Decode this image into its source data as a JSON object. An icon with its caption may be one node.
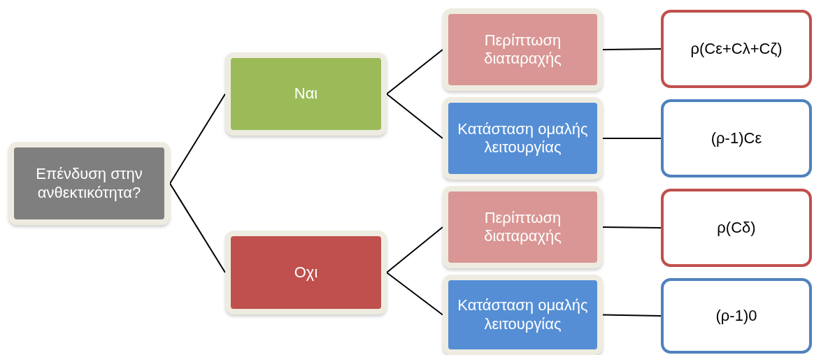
{
  "diagram": {
    "nodes": [
      {
        "text": [
          "Επένδυση στην ανθεκτικότητα?"
        ]
      },
      {
        "text": [
          "Ναι"
        ]
      },
      {
        "text": [
          "Οχι"
        ]
      },
      {
        "text": [
          "Περίπτωση διαταραχής"
        ]
      },
      {
        "text": [
          "Κατάσταση ομαλής λειτουργίας"
        ]
      },
      {
        "text": [
          "Περίπτωση διαταραχής"
        ]
      },
      {
        "text": [
          "Κατάσταση ομαλής λειτουργίας"
        ]
      },
      {
        "text": [
          "ρ(Cε+Cλ+Cζ)"
        ]
      },
      {
        "text": [
          "(ρ-1)Cε"
        ]
      },
      {
        "text": [
          "ρ(Cδ)"
        ]
      },
      {
        "text": [
          "(ρ-1)0"
        ]
      }
    ],
    "edges": [
      {
        "from": 0,
        "to": 1,
        "arrow": "none"
      },
      {
        "from": 0,
        "to": 2,
        "arrow": "none"
      },
      {
        "from": 1,
        "to": 3,
        "arrow": "none"
      },
      {
        "from": 1,
        "to": 4,
        "arrow": "none"
      },
      {
        "from": 2,
        "to": 5,
        "arrow": "none"
      },
      {
        "from": 2,
        "to": 6,
        "arrow": "none"
      },
      {
        "from": 3,
        "to": 7,
        "arrow": "none"
      },
      {
        "from": 4,
        "to": 8,
        "arrow": "none"
      },
      {
        "from": 5,
        "to": 9,
        "arrow": "none"
      },
      {
        "from": 6,
        "to": 10,
        "arrow": "none"
      }
    ]
  }
}
